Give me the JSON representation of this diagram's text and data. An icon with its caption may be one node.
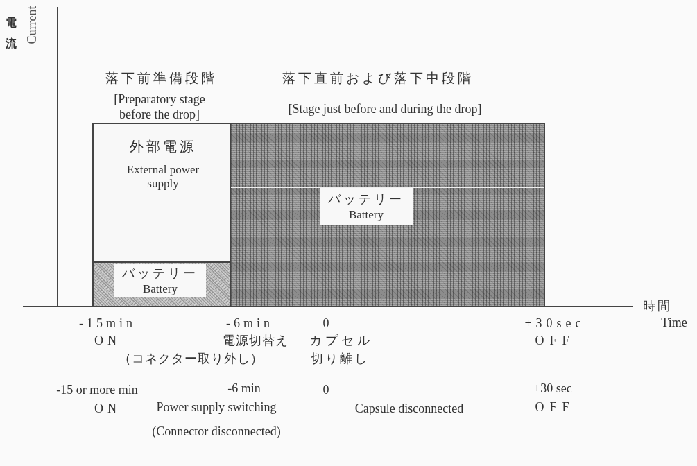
{
  "diagram": {
    "nodes": [
      {
        "text": [
          "外部電源",
          "External power supply"
        ]
      },
      {
        "text": [
          "バッテリー",
          "Battery"
        ]
      },
      {
        "text": [
          "バッテリー",
          "Battery"
        ]
      }
    ],
    "labels": [
      "電流",
      "Current",
      "落下前準備段階",
      "[Preparatory stage before the drop]",
      "落下直前および落下中段階",
      "[Stage just before and during the drop]",
      "時間",
      "-15min",
      "-6min",
      "0",
      "+30sec",
      "Time",
      "ON",
      "電源切替え",
      "カプセル",
      "OFF",
      "（コネクター取り外し）",
      "切り離し",
      "-15 or more min",
      "-6 min",
      "0",
      "+30 sec",
      "ON",
      "Power supply switching",
      "Capsule disconnected",
      "OFF",
      "(Connector disconnected)"
    ]
  }
}
